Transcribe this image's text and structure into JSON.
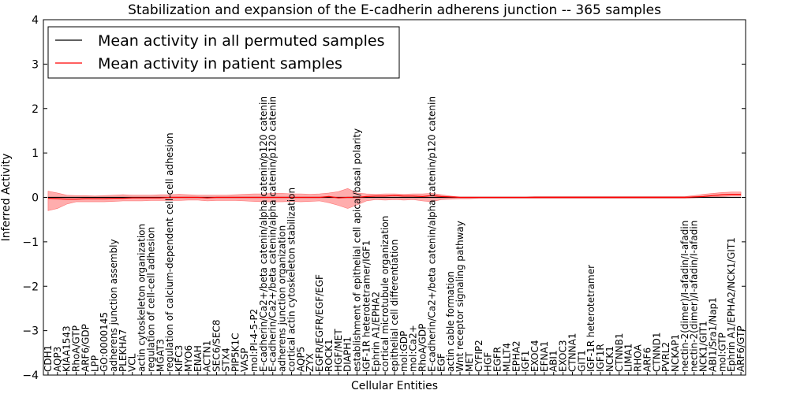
{
  "chart_data": {
    "type": "line",
    "title": "Stabilization and expansion of the E-cadherin adherens junction -- 365 samples",
    "xlabel": "Cellular Entities",
    "ylabel": "Inferred Activity",
    "ylim": [
      -4,
      4
    ],
    "yticks": [
      -4,
      -3,
      -2,
      -1,
      0,
      1,
      2,
      3,
      4
    ],
    "grid": false,
    "legend_position": "top-left",
    "categories": [
      "CDH1",
      "AQP3",
      "KIAA1543",
      "RhoA/GTP",
      "ARF6/GDP",
      "LPP",
      "GO:0000145",
      "adherens junction assembly",
      "PLEKHA7",
      "VCL",
      "actin cytoskeleton organization",
      "regulation of cell-cell adhesion",
      "MGAT3",
      "regulation of calcium-dependent cell-cell adhesion",
      "KIFC3",
      "MYO6",
      "ENAH",
      "ACTN1",
      "SEC6/SEC8",
      "STX4",
      "PIP5K1C",
      "VASP",
      "mol:PI-4-5-P2",
      "E-cadherin/Ca2+/beta catenin/alpha catenin/p120 catenin",
      "E-cadherin/Ca2+/beta catenin/alpha catenin/p120 catenin",
      "adherens junction organization",
      "cortical actin cytoskeleton stabilization",
      "AQP5",
      "ZYX",
      "EGFR/EGFR/EGF/EGF",
      "ROCK1",
      "HGF/MET",
      "DIAPH1",
      "establishment of epithelial cell apical/basal polarity",
      "IGF-1R heterotetramer/IGF1",
      "Ephrin A1/EPHA2",
      "cortical microtubule organization",
      "epithelial cell differentiation",
      "mol:GDP",
      "mol:Ca2+",
      "RhoA/GDP",
      "E-cadherin/Ca2+/beta catenin/alpha catenin/p120 catenin",
      "EGF",
      "actin cable formation",
      "Wnt receptor signaling pathway",
      "MET",
      "CYFIP2",
      "HGF",
      "EGFR",
      "MLLT4",
      "EPHA2",
      "IGF1",
      "EXOC4",
      "EFNA1",
      "ABI1",
      "EXOC3",
      "CTNNA1",
      "GIT1",
      "IGF-1R heterotetramer",
      "IGF1R",
      "NCK1",
      "CTNNB1",
      "LIMA1",
      "RHOA",
      "ARF6",
      "CTNND1",
      "PVRL2",
      "NCKAP1",
      "nectin-2(dimer)/I-afadin/I-afadin",
      "nectin-2(dimer)/I-afadin/I-afadin",
      "NCK1/GIT1",
      "ABI1/Sra1/Nap1",
      "mol:GTP",
      "Ephrin A1/EPHA2/NCK1/GIT1",
      "ARF6/GTP"
    ],
    "series": [
      {
        "name": "Mean activity in all permuted samples",
        "color": "#000000",
        "values": [
          0,
          0,
          0,
          0,
          0,
          0,
          0,
          0,
          0,
          0,
          0,
          0,
          0,
          0,
          0,
          0,
          0,
          0,
          0,
          0,
          0,
          0,
          0,
          0,
          0,
          0,
          0,
          0,
          0,
          0,
          0,
          0,
          0,
          0,
          0,
          0,
          0,
          0,
          0,
          0,
          0,
          0,
          0,
          0,
          0,
          0,
          0,
          0,
          0,
          0,
          0,
          0,
          0,
          0,
          0,
          0,
          0,
          0,
          0,
          0,
          0,
          0,
          0,
          0,
          0,
          0,
          0,
          0,
          0,
          0,
          0,
          0,
          0,
          0,
          0
        ]
      },
      {
        "name": "Mean activity in patient samples",
        "color": "#ff0000",
        "values": [
          -0.02,
          -0.03,
          -0.04,
          -0.04,
          -0.03,
          -0.03,
          -0.03,
          -0.02,
          -0.02,
          -0.01,
          -0.01,
          -0.01,
          -0.01,
          0,
          0,
          0,
          0,
          -0.01,
          0,
          0,
          0,
          0,
          0,
          0,
          0,
          0,
          0,
          0,
          0,
          0,
          0.02,
          -0.01,
          0,
          0,
          0.02,
          0.03,
          0.03,
          0.04,
          0.03,
          0.03,
          0.02,
          0.04,
          0.02,
          0.01,
          0,
          0,
          0,
          0,
          0,
          0,
          0,
          0,
          0,
          0,
          0,
          0,
          0,
          0,
          0,
          0,
          0,
          0,
          0,
          0,
          0,
          0,
          0,
          0,
          0,
          0.01,
          0.02,
          0.04,
          0.06,
          0.07,
          0.07
        ]
      }
    ],
    "band": {
      "color": "#ff0000",
      "upper": [
        0.14,
        0.1,
        0.05,
        0.04,
        0.04,
        0.03,
        0.04,
        0.05,
        0.06,
        0.05,
        0.05,
        0.05,
        0.06,
        0.06,
        0.07,
        0.06,
        0.05,
        0.05,
        0.05,
        0.05,
        0.06,
        0.07,
        0.08,
        0.08,
        0.09,
        0.09,
        0.08,
        0.08,
        0.07,
        0.08,
        0.1,
        0.13,
        0.2,
        0.1,
        0.08,
        0.07,
        0.08,
        0.08,
        0.07,
        0.08,
        0.08,
        0.09,
        0.06,
        0.03,
        0.01,
        0.01,
        0.01,
        0.01,
        0.01,
        0.01,
        0.01,
        0.01,
        0.02,
        0.02,
        0.02,
        0.02,
        0.02,
        0.02,
        0.02,
        0.02,
        0.02,
        0.02,
        0.02,
        0.02,
        0.02,
        0.02,
        0.02,
        0.02,
        0.02,
        0.04,
        0.07,
        0.09,
        0.11,
        0.12,
        0.12
      ],
      "lower": [
        -0.3,
        -0.25,
        -0.15,
        -0.1,
        -0.1,
        -0.1,
        -0.1,
        -0.09,
        -0.08,
        -0.08,
        -0.08,
        -0.07,
        -0.07,
        -0.07,
        -0.07,
        -0.06,
        -0.06,
        -0.08,
        -0.07,
        -0.07,
        -0.07,
        -0.08,
        -0.09,
        -0.1,
        -0.1,
        -0.1,
        -0.09,
        -0.1,
        -0.09,
        -0.08,
        -0.12,
        -0.18,
        -0.25,
        -0.17,
        -0.08,
        -0.05,
        -0.06,
        -0.05,
        -0.06,
        -0.05,
        -0.08,
        -0.1,
        -0.05,
        -0.04,
        -0.03,
        -0.03,
        -0.02,
        -0.02,
        -0.02,
        -0.02,
        -0.02,
        -0.02,
        -0.02,
        -0.02,
        -0.02,
        -0.02,
        -0.02,
        -0.02,
        -0.02,
        -0.02,
        -0.02,
        -0.02,
        -0.02,
        -0.02,
        -0.02,
        -0.02,
        -0.02,
        -0.02,
        -0.02,
        -0.01,
        0,
        0.01,
        0.02,
        0.03,
        0.03
      ]
    }
  }
}
